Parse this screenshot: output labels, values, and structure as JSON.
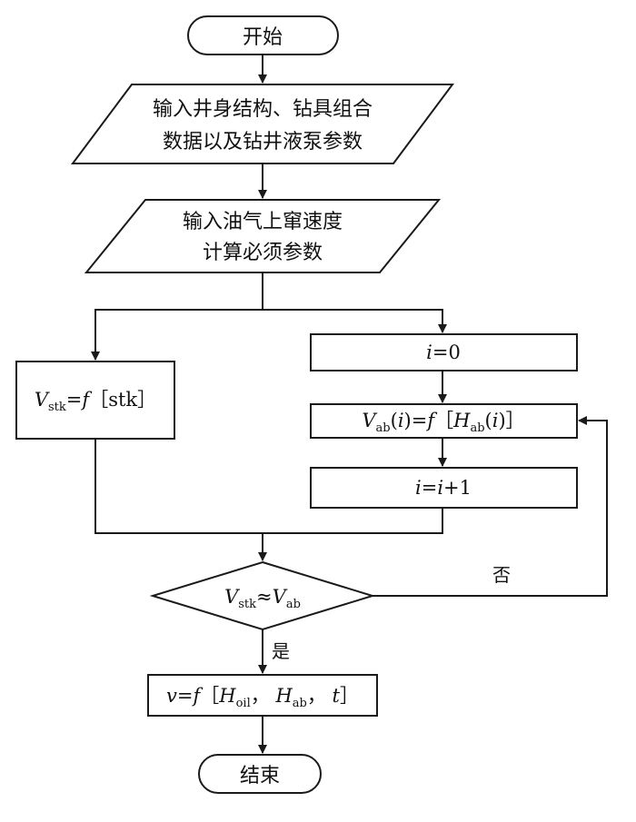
{
  "nodes": {
    "start": "开始",
    "input1_line1": "输入井身结构、钻具组合",
    "input1_line2": "数据以及钻井液泵参数",
    "input2_line1": "输入油气上窜速度",
    "input2_line2": "计算必须参数",
    "end": "结束"
  },
  "formulas": {
    "vstk": {
      "V": "V",
      "sub": "stk",
      "eq": "=",
      "f": "f",
      "open": "［",
      "arg": "stk",
      "close": "］"
    },
    "i0": {
      "i": "i",
      "rest": "=0"
    },
    "vab": {
      "V": "V",
      "sub1": "ab",
      "mid1": "(",
      "i1": "i",
      "mid2": ")=",
      "f": "f",
      "open": "［",
      "H": "H",
      "sub2": "ab",
      "mid3": "(",
      "i2": "i",
      "mid4": ")",
      "close": "］"
    },
    "inc": {
      "i1": "i",
      "eq": "=",
      "i2": "i",
      "rest": "+1"
    },
    "cond": {
      "V1": "V",
      "sub1": "stk",
      "approx": "≈",
      "V2": "V",
      "sub2": "ab"
    },
    "result": {
      "v": "v",
      "eq": "=",
      "f": "f",
      "open": "［",
      "H1": "H",
      "sub1": "oil",
      "comma1": "， ",
      "H2": "H",
      "sub2": "ab",
      "comma2": "， ",
      "t": "t",
      "close": "］"
    }
  },
  "labels": {
    "no": "否",
    "yes": "是"
  }
}
